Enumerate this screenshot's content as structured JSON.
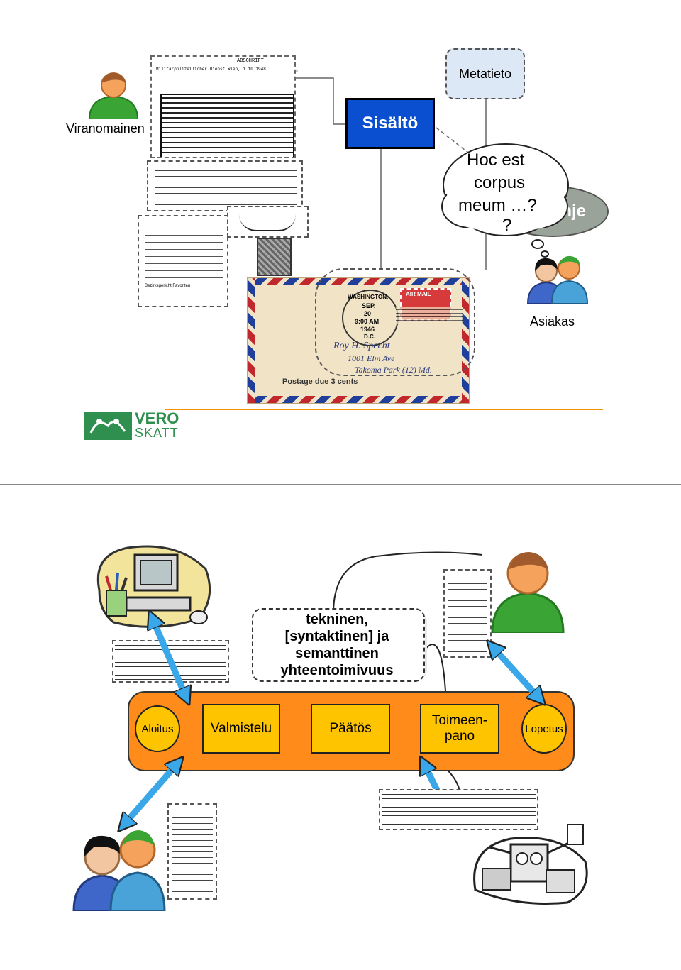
{
  "slide1": {
    "actor_authority": "Viranomainen",
    "actor_customer": "Asiakas",
    "content_label": "Sisältö",
    "metadata_label": "Metatieto",
    "cloud_text": [
      "Hoc est",
      "corpus",
      "meum …?",
      "?"
    ],
    "partial_label": "nje",
    "logo_top": "VERO",
    "logo_bottom": "SKATT",
    "doc_header": "ABSCHRIFT",
    "doc_line1": "Militärpolizeilicher Dienst   Wien, 1.10.1948",
    "doc_sig": "Bezirksgericht Favoriten",
    "stamp_text": [
      "WASHINGTON,",
      "SEP.",
      "20",
      "9:00 AM",
      "1946",
      "D.C."
    ],
    "airmail": "AIR MAIL",
    "postage": "Postage due 3 cents",
    "addressee": [
      "Roy H. Specht",
      "1001 Elm Ave",
      "Takoma Park (12) Md."
    ]
  },
  "slide2": {
    "interop_text": [
      "tekninen,",
      "[syntaktinen] ja",
      "semanttinen",
      "yhteentoimivuus"
    ],
    "start": "Aloitus",
    "step1": "Valmistelu",
    "step2": "Päätös",
    "step3": [
      "Toimeen-",
      "pano"
    ],
    "end": "Lopetus"
  },
  "colors": {
    "content_box": "#0a4fd0",
    "metadata_box": "#dde8f6",
    "process_band": "#ff8c1a",
    "step_box": "#ffc400",
    "arrow": "#39a7e8",
    "logo_green": "#2f8f4e",
    "logo_orange": "#f39200"
  }
}
